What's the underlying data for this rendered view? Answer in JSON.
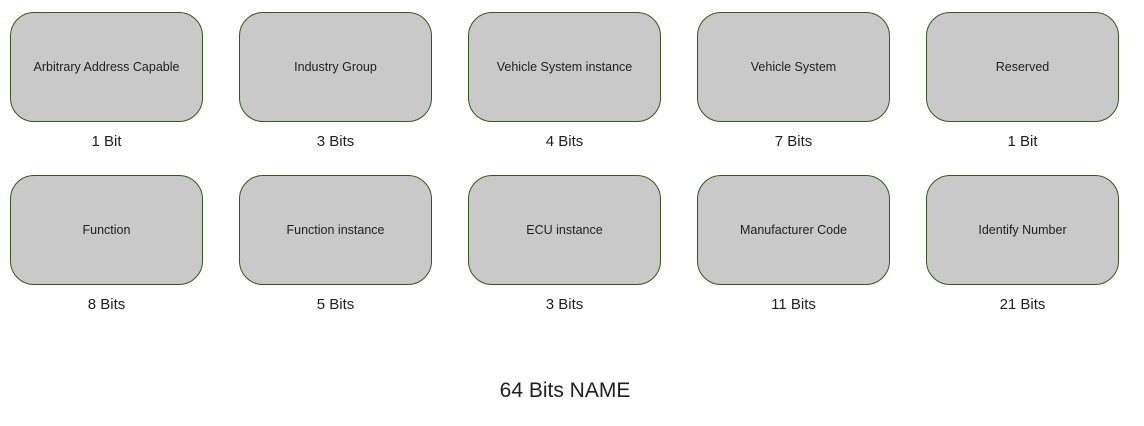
{
  "diagram": {
    "caption": "64 Bits NAME",
    "colors": {
      "box_fill": "#c9c9c9",
      "box_border": "#375623",
      "text": "#1f1f1f",
      "background": "#ffffff"
    },
    "rows": [
      {
        "fields": [
          {
            "label": "Arbitrary Address Capable",
            "bits": "1 Bit"
          },
          {
            "label": "Industry Group",
            "bits": "3 Bits"
          },
          {
            "label": "Vehicle System instance",
            "bits": "4 Bits"
          },
          {
            "label": "Vehicle System",
            "bits": "7 Bits"
          },
          {
            "label": "Reserved",
            "bits": "1 Bit"
          }
        ]
      },
      {
        "fields": [
          {
            "label": "Function",
            "bits": "8 Bits"
          },
          {
            "label": "Function instance",
            "bits": "5 Bits"
          },
          {
            "label": "ECU instance",
            "bits": "3 Bits"
          },
          {
            "label": "Manufacturer Code",
            "bits": "11 Bits"
          },
          {
            "label": "Identify Number",
            "bits": "21 Bits"
          }
        ]
      }
    ]
  }
}
